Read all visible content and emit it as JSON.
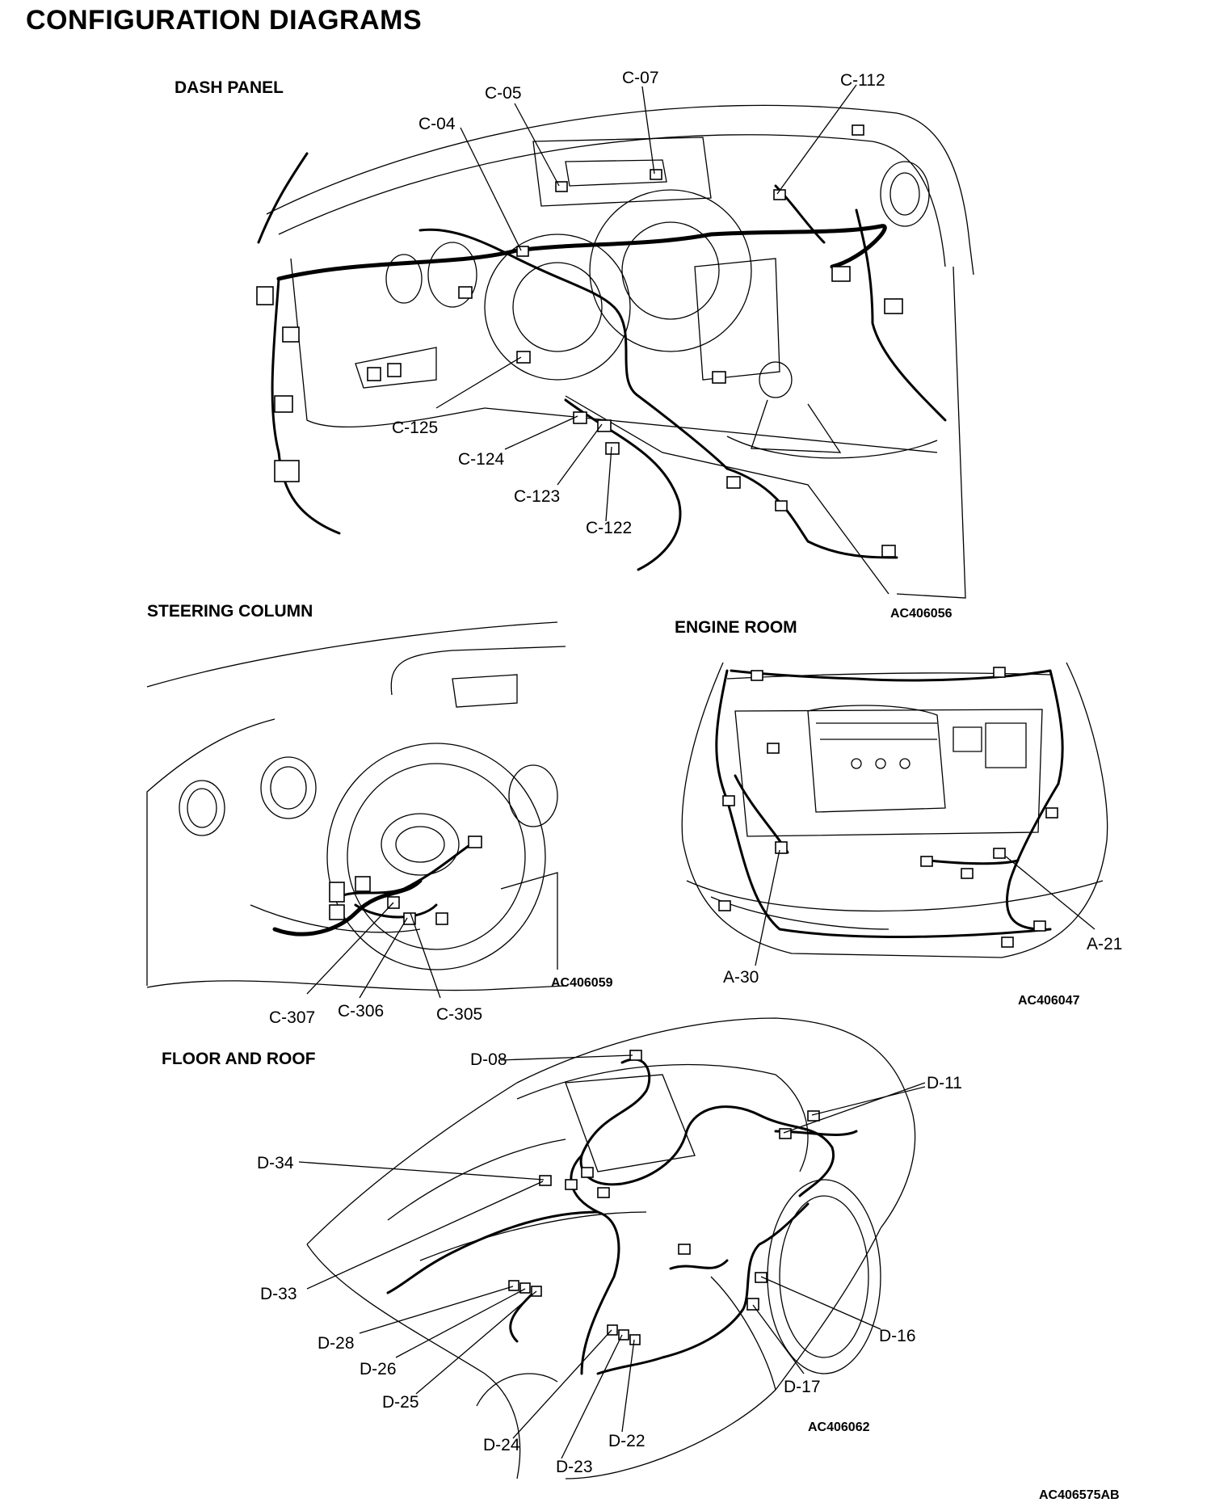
{
  "title": "CONFIGURATION DIAGRAMS",
  "sections": {
    "dash_panel": {
      "label": "DASH PANEL",
      "code": "AC406056",
      "connectors": [
        "C-04",
        "C-05",
        "C-07",
        "C-112",
        "C-125",
        "C-124",
        "C-123",
        "C-122"
      ]
    },
    "steering_column": {
      "label": "STEERING COLUMN",
      "code": "AC406059",
      "connectors": [
        "C-307",
        "C-306",
        "C-305"
      ]
    },
    "engine_room": {
      "label": "ENGINE ROOM",
      "code": "AC406047",
      "connectors": [
        "A-21",
        "A-30"
      ]
    },
    "floor_and_roof": {
      "label": "FLOOR AND ROOF",
      "code": "AC406062",
      "connectors": [
        "D-08",
        "D-11",
        "D-34",
        "D-33",
        "D-28",
        "D-26",
        "D-25",
        "D-24",
        "D-23",
        "D-22",
        "D-17",
        "D-16"
      ]
    }
  },
  "figure_code": "AC406575AB"
}
